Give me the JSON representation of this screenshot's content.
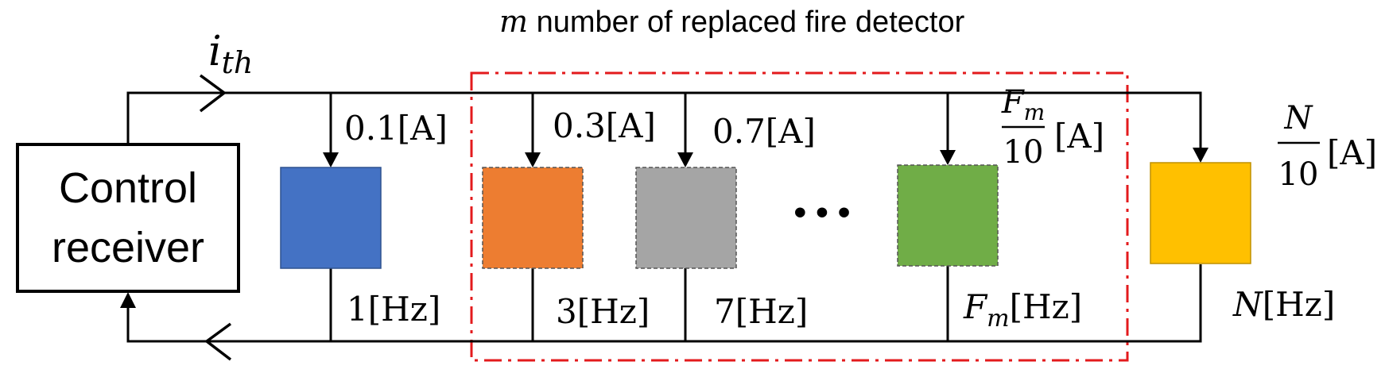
{
  "title": {
    "var": "m",
    "rest": " number of replaced fire detector"
  },
  "current_label": {
    "base": "i",
    "sub": "th"
  },
  "control_receiver": {
    "line1": "Control",
    "line2": "receiver"
  },
  "ellipsis": "• • •",
  "detectors": [
    {
      "id": "d1",
      "color": "#4472C4",
      "replaced": false,
      "current": "0.1[A]",
      "freq": "1[Hz]"
    },
    {
      "id": "d2",
      "color": "#ED7D31",
      "replaced": true,
      "current": "0.3[A]",
      "freq": "3[Hz]"
    },
    {
      "id": "d3",
      "color": "#A5A5A5",
      "replaced": true,
      "current": "0.7[A]",
      "freq": "7[Hz]"
    },
    {
      "id": "dm",
      "color": "#70AD47",
      "replaced": true,
      "current_frac_num": "F",
      "current_frac_num_sub": "m",
      "current_frac_den": "10",
      "current_unit": "[A]",
      "freq_var": "F",
      "freq_sub": "m",
      "freq_unit": "[Hz]"
    },
    {
      "id": "dN",
      "color": "#FFC000",
      "replaced": false,
      "current_frac_num": "N",
      "current_frac_den": "10",
      "current_unit": "[A]",
      "freq_var": "N",
      "freq_unit": "[Hz]"
    }
  ],
  "colors": {
    "line": "#000000",
    "dashed_box": "#E31A1C"
  }
}
